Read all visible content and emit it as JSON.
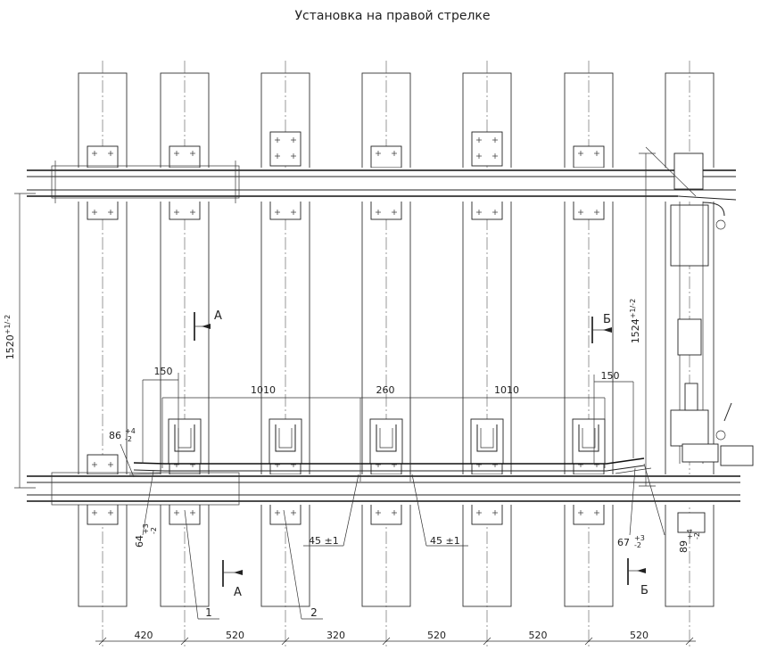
{
  "title": "Установка на правой стрелке",
  "dimensions": {
    "gauge_left": "1520",
    "gauge_left_tol": "+1/-2",
    "gauge_right": "1524",
    "gauge_right_tol": "+1/-2",
    "span_1010_a": "1010",
    "span_260": "260",
    "span_1010_b": "1010",
    "flare_left": "150",
    "flare_right": "150",
    "gap_86": "86",
    "gap_86_tol_plus": "+4",
    "gap_86_tol_minus": "-2",
    "gap_64": "64",
    "gap_64_tol_plus": "+3",
    "gap_64_tol_minus": "-2",
    "gap_45_a": "45 ±1",
    "gap_45_b": "45 ±1",
    "gap_67": "67",
    "gap_67_tol_plus": "+3",
    "gap_67_tol_minus": "-2",
    "gap_89": "89",
    "gap_89_tol_plus": "+4",
    "gap_89_tol_minus": "-2",
    "spacing": [
      "420",
      "520",
      "320",
      "520",
      "520",
      "520"
    ]
  },
  "section_marks": {
    "a_top": "А",
    "a_bottom": "А",
    "b_top": "Б",
    "b_bottom": "Б"
  },
  "callouts": {
    "item_1": "1",
    "item_2": "2"
  }
}
